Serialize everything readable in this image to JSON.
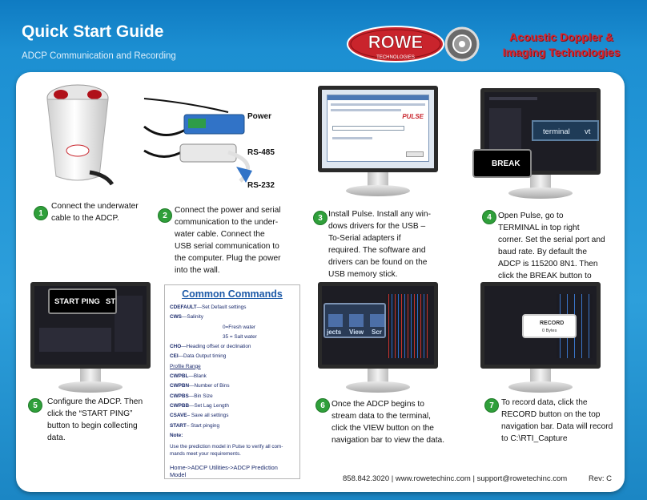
{
  "header": {
    "title": "Quick Start Guide",
    "subtitle": "ADCP Communication and Recording",
    "logo_text": "ROWE",
    "logo_subtext": "TECHNOLOGIES",
    "tagline_line1": "Acoustic Doppler &",
    "tagline_line2": "Imaging Technologies"
  },
  "colors": {
    "background": "#1c8fd2",
    "step_badge": "#2f9f3a",
    "tagline": "#d7262f",
    "commands_title": "#1d5aa8"
  },
  "step2_labels": {
    "power": "Power",
    "rs485": "RS-485",
    "rs232": "RS-232"
  },
  "steps": [
    {
      "number": "1",
      "text": "Connect the underwater cable to the ADCP."
    },
    {
      "number": "2",
      "text": "Connect the power and serial communication to the under-water cable. Connect the USB serial communication to the computer.  Plug the power into the wall."
    },
    {
      "number": "3",
      "text": "Install Pulse.  Install any win-dows drivers for the USB –To-Serial adapters if required.  The software and drivers can be found on the USB memory stick."
    },
    {
      "number": "4",
      "text": "Open Pulse, go to TERMINAL in top right corner.  Set the serial port and baud rate.  By default the ADCP is 115200 8N1.  Then click the BREAK button to verify communication."
    },
    {
      "number": "5",
      "text": "Configure the ADCP.  Then click the “START PING” button to begin collecting data."
    },
    {
      "number": "6",
      "text": "Once the ADCP begins to stream data to the terminal, click the VIEW button on the navigation bar to view the data."
    },
    {
      "number": "7",
      "text": "To record data, click the RECORD button on the top navigation bar.  Data will record to C:\\RTI_Capture"
    }
  ],
  "screens": {
    "step3_dialog_brand": "PULSE",
    "step4_terminal": "terminal",
    "step4_vt": "vt",
    "step4_break": "BREAK",
    "step5_start_ping": "START PING",
    "step5_st": "ST",
    "step6_labels": [
      "jects",
      "View",
      "Scr"
    ],
    "step7_record": "RECORD",
    "step7_bytes": "0 Bytes"
  },
  "commands": {
    "title": "Common Commands",
    "lines": [
      {
        "cmd": "CDEFAULT",
        "desc": "—Set Default settings"
      },
      {
        "cmd": "CWS",
        "desc": "—Salinity"
      },
      {
        "cmd": "",
        "desc": "0=Fresh water",
        "indent": true
      },
      {
        "cmd": "",
        "desc": "35 = Salt water",
        "indent": true
      },
      {
        "cmd": "CHO",
        "desc": "—Heading offset or declination"
      },
      {
        "cmd": "CEI",
        "desc": "—Data Output timing"
      },
      {
        "cmd": "",
        "desc": "Profile Range",
        "underline": true
      },
      {
        "cmd": "CWPBL",
        "desc": "—Blank"
      },
      {
        "cmd": "CWPBN",
        "desc": "—Number of Bins"
      },
      {
        "cmd": "CWPBS",
        "desc": "—Bin Size"
      },
      {
        "cmd": "CWPBB",
        "desc": "—Set Lag Length"
      },
      {
        "cmd": "CSAVE",
        "desc": "– Save all settings"
      },
      {
        "cmd": "START",
        "desc": "– Start pinging"
      },
      {
        "cmd": "Note:",
        "desc": ""
      }
    ],
    "note": "Use the prediction model  in Pulse to verify all com-mands meet your requirements.",
    "path": "Home->ADCP Utilities->ADCP Prediction Model"
  },
  "footer": {
    "contact": "858.842.3020 | www.rowetechinc.com | support@rowetechinc.com",
    "rev": "Rev: C"
  }
}
